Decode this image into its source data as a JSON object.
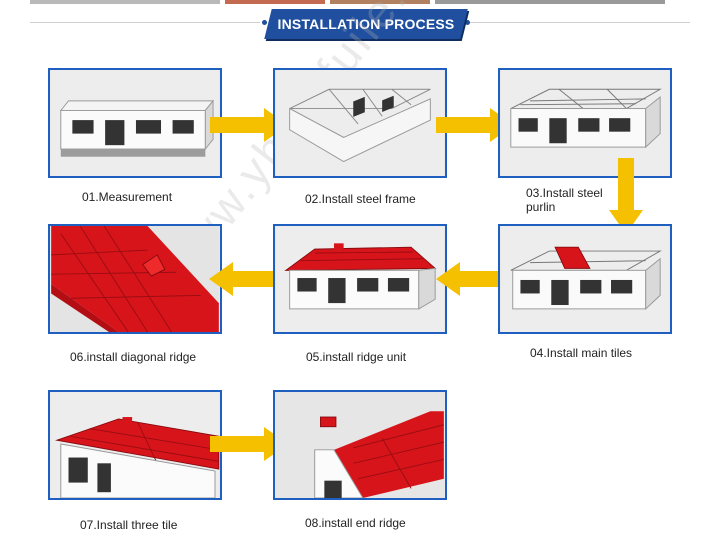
{
  "header": {
    "title": "INSTALLATION PROCESS"
  },
  "steps": [
    {
      "caption": "01.Measurement"
    },
    {
      "caption": "02.Install steel frame"
    },
    {
      "caption_line1": "03.Install steel",
      "caption_line2": "purlin"
    },
    {
      "caption": "04.Install main tiles"
    },
    {
      "caption": "05.install ridge unit"
    },
    {
      "caption": "06.install diagonal ridge"
    },
    {
      "caption": "07.Install three tile"
    },
    {
      "caption": "08.install end ridge"
    }
  ],
  "watermark": "www.yhroofuile.com",
  "colors": {
    "accent": "#1f4f9e",
    "frame": "#1f5fbf",
    "arrow": "#f5c000",
    "tile": "#d8141b"
  }
}
